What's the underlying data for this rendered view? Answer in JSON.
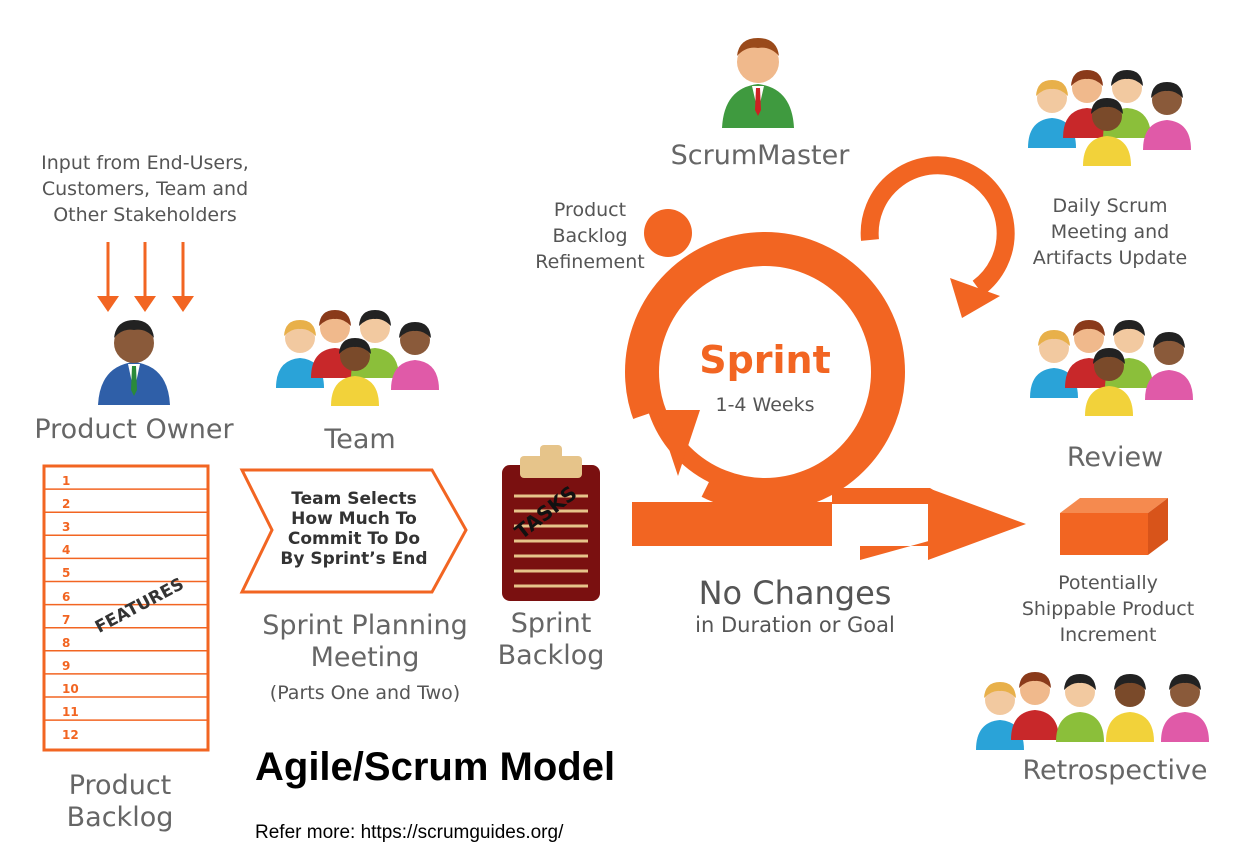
{
  "input": {
    "lines": [
      "Input from End-Users,",
      "Customers, Team and",
      "Other Stakeholders"
    ]
  },
  "product_owner": {
    "label": "Product Owner"
  },
  "team": {
    "label": "Team"
  },
  "planning_box": {
    "lines": [
      "Team Selects",
      "How Much To",
      "Commit To Do",
      "By Sprint’s End"
    ]
  },
  "planning": {
    "label_1": "Sprint Planning",
    "label_2": "Meeting",
    "parts": "(Parts One and Two)"
  },
  "sprint_backlog": {
    "label_1": "Sprint",
    "label_2": "Backlog",
    "clipboard_text": "TASKS"
  },
  "product_backlog": {
    "label_1": "Product",
    "label_2": "Backlog",
    "features": "FEATURES",
    "rows": [
      "1",
      "2",
      "3",
      "4",
      "5",
      "6",
      "7",
      "8",
      "9",
      "10",
      "11",
      "12"
    ]
  },
  "refinement": {
    "lines": [
      "Product",
      "Backlog",
      "Refinement"
    ]
  },
  "scrum_master": {
    "label": "ScrumMaster"
  },
  "sprint": {
    "title": "Sprint",
    "duration": "1-4 Weeks"
  },
  "no_changes": {
    "line_1": "No Changes",
    "line_2": "in Duration or Goal"
  },
  "daily": {
    "lines": [
      "Daily Scrum",
      "Meeting and",
      "Artifacts Update"
    ]
  },
  "review": {
    "label": "Review"
  },
  "increment": {
    "lines": [
      "Potentially",
      "Shippable Product",
      "Increment"
    ]
  },
  "retrospective": {
    "label": "Retrospective"
  },
  "title": "Agile/Scrum Model",
  "refer": "Refer more: https://scrumguides.org/",
  "colors": {
    "accent": "#f26522",
    "dark_red": "#7a1010",
    "text": "#555555"
  }
}
